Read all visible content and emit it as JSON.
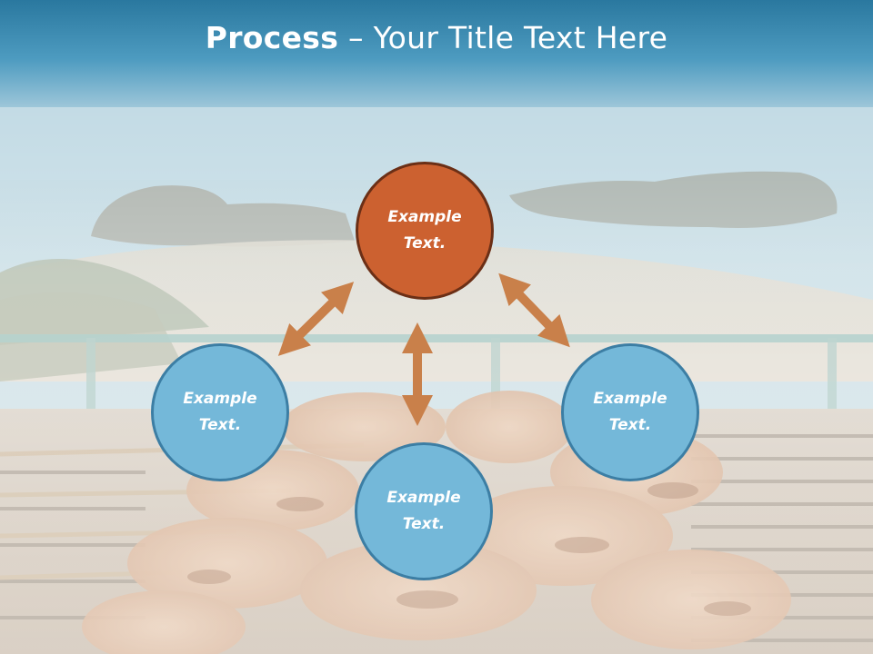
{
  "title": {
    "bold": "Process",
    "dash": " – ",
    "rest": "Your Title Text Here"
  },
  "nodes": {
    "top": {
      "line1": "Example",
      "line2": "Text."
    },
    "left": {
      "line1": "Example",
      "line2": "Text."
    },
    "right": {
      "line1": "Example",
      "line2": "Text."
    },
    "bottom": {
      "line1": "Example",
      "line2": "Text."
    }
  },
  "colors": {
    "accent_orange": "#cc6130",
    "node_blue": "#74b8d9",
    "node_blue_border": "#3c7ea4",
    "arrow": "#c9804a",
    "title_bar": "#2f7fa6"
  }
}
